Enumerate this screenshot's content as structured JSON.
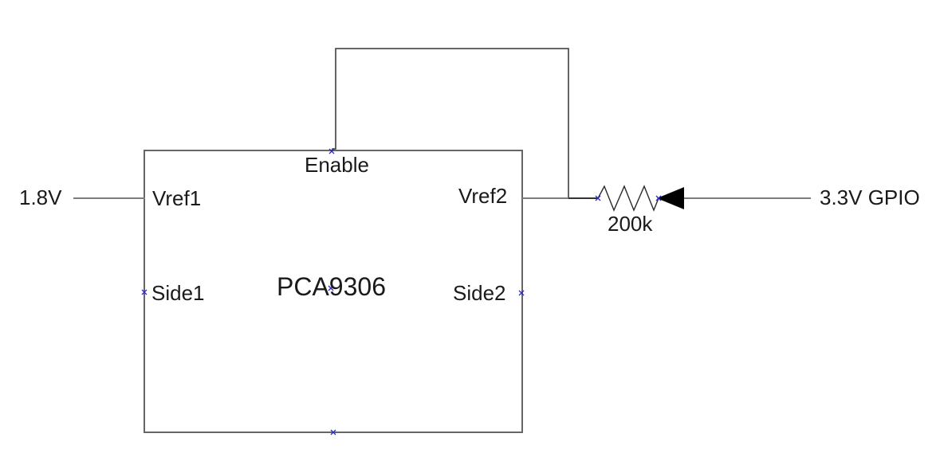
{
  "component": {
    "name": "PCA9306",
    "pins": {
      "enable": "Enable",
      "vref1": "Vref1",
      "vref2": "Vref2",
      "side1": "Side1",
      "side2": "Side2"
    }
  },
  "nets": {
    "left_supply": "1.8V",
    "right_source": "3.3V GPIO"
  },
  "resistor": {
    "value": "200k"
  },
  "icons": {
    "resistor_symbol": "resistor-zigzag",
    "signal_arrow": "arrow-left-filled",
    "connection_marker": "x-connection-point"
  },
  "colors": {
    "background": "#ffffff",
    "wire_gray": "#7d7d7d",
    "box_border": "#666666",
    "loop_wire_dark": "#333333",
    "resistor_stroke": "#2b2b2b",
    "arrow_fill": "#000000",
    "marker_blue": "#2a2ac8",
    "text": "#1a1a1a"
  }
}
